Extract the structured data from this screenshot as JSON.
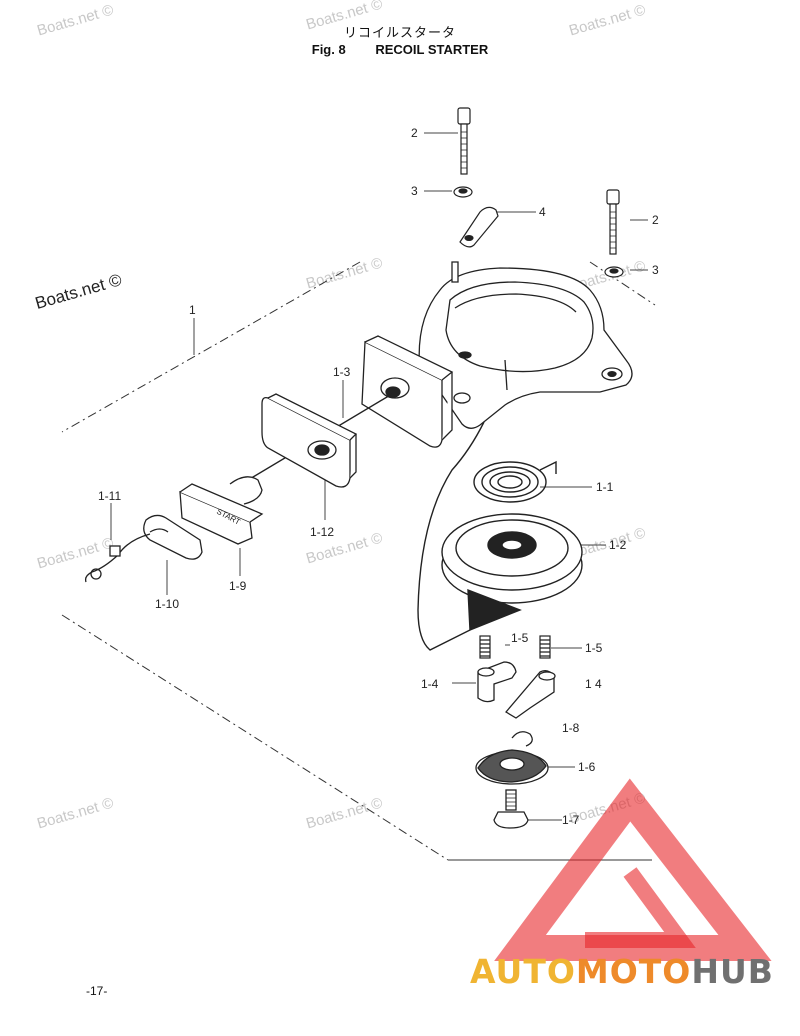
{
  "header": {
    "title_jp": "リコイルスタータ",
    "fig_label": "Fig. 8",
    "title_en": "RECOIL STARTER"
  },
  "watermark": "Boats.net ©",
  "page_number": "-17-",
  "logo": {
    "part1": "AUTO",
    "part2": "MOTO",
    "part3": "HUB",
    "colors": {
      "auto": "#f0b432",
      "moto": "#ee8a2a",
      "hub": "#707070",
      "triangle": "#e8262a"
    }
  },
  "callouts": {
    "c1": "1",
    "c2a": "2",
    "c2b": "2",
    "c3a": "3",
    "c3b": "3",
    "c4": "4",
    "c1_1": "1-1",
    "c1_2": "1-2",
    "c1_3": "1-3",
    "c1_4a": "1-4",
    "c1_4b": "1 4",
    "c1_5a": "1-5",
    "c1_5b": "1-5",
    "c1_6": "1-6",
    "c1_7": "1-7",
    "c1_8": "1-8",
    "c1_9": "1-9",
    "c1_10": "1-10",
    "c1_11": "1-11",
    "c1_12": "1-12"
  },
  "handle_text": "START"
}
